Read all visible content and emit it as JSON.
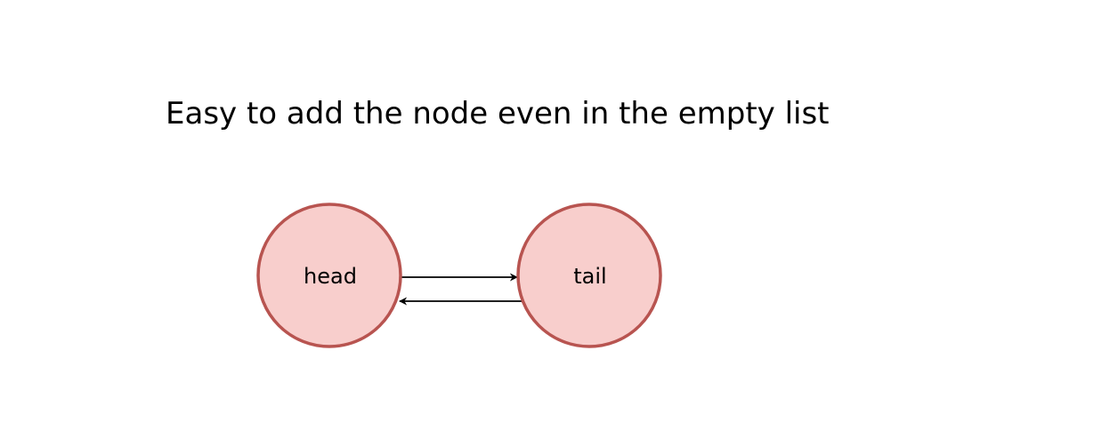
{
  "caption": "Easy to add the node even in the empty list",
  "nodes": {
    "head": {
      "label": "head"
    },
    "tail": {
      "label": "tail"
    }
  },
  "colors": {
    "node_fill": "#f8cecc",
    "node_stroke": "#b85450",
    "edge": "#000000",
    "text": "#000000",
    "background": "#ffffff"
  },
  "edges": [
    {
      "from": "head",
      "to": "tail"
    },
    {
      "from": "tail",
      "to": "head"
    }
  ]
}
